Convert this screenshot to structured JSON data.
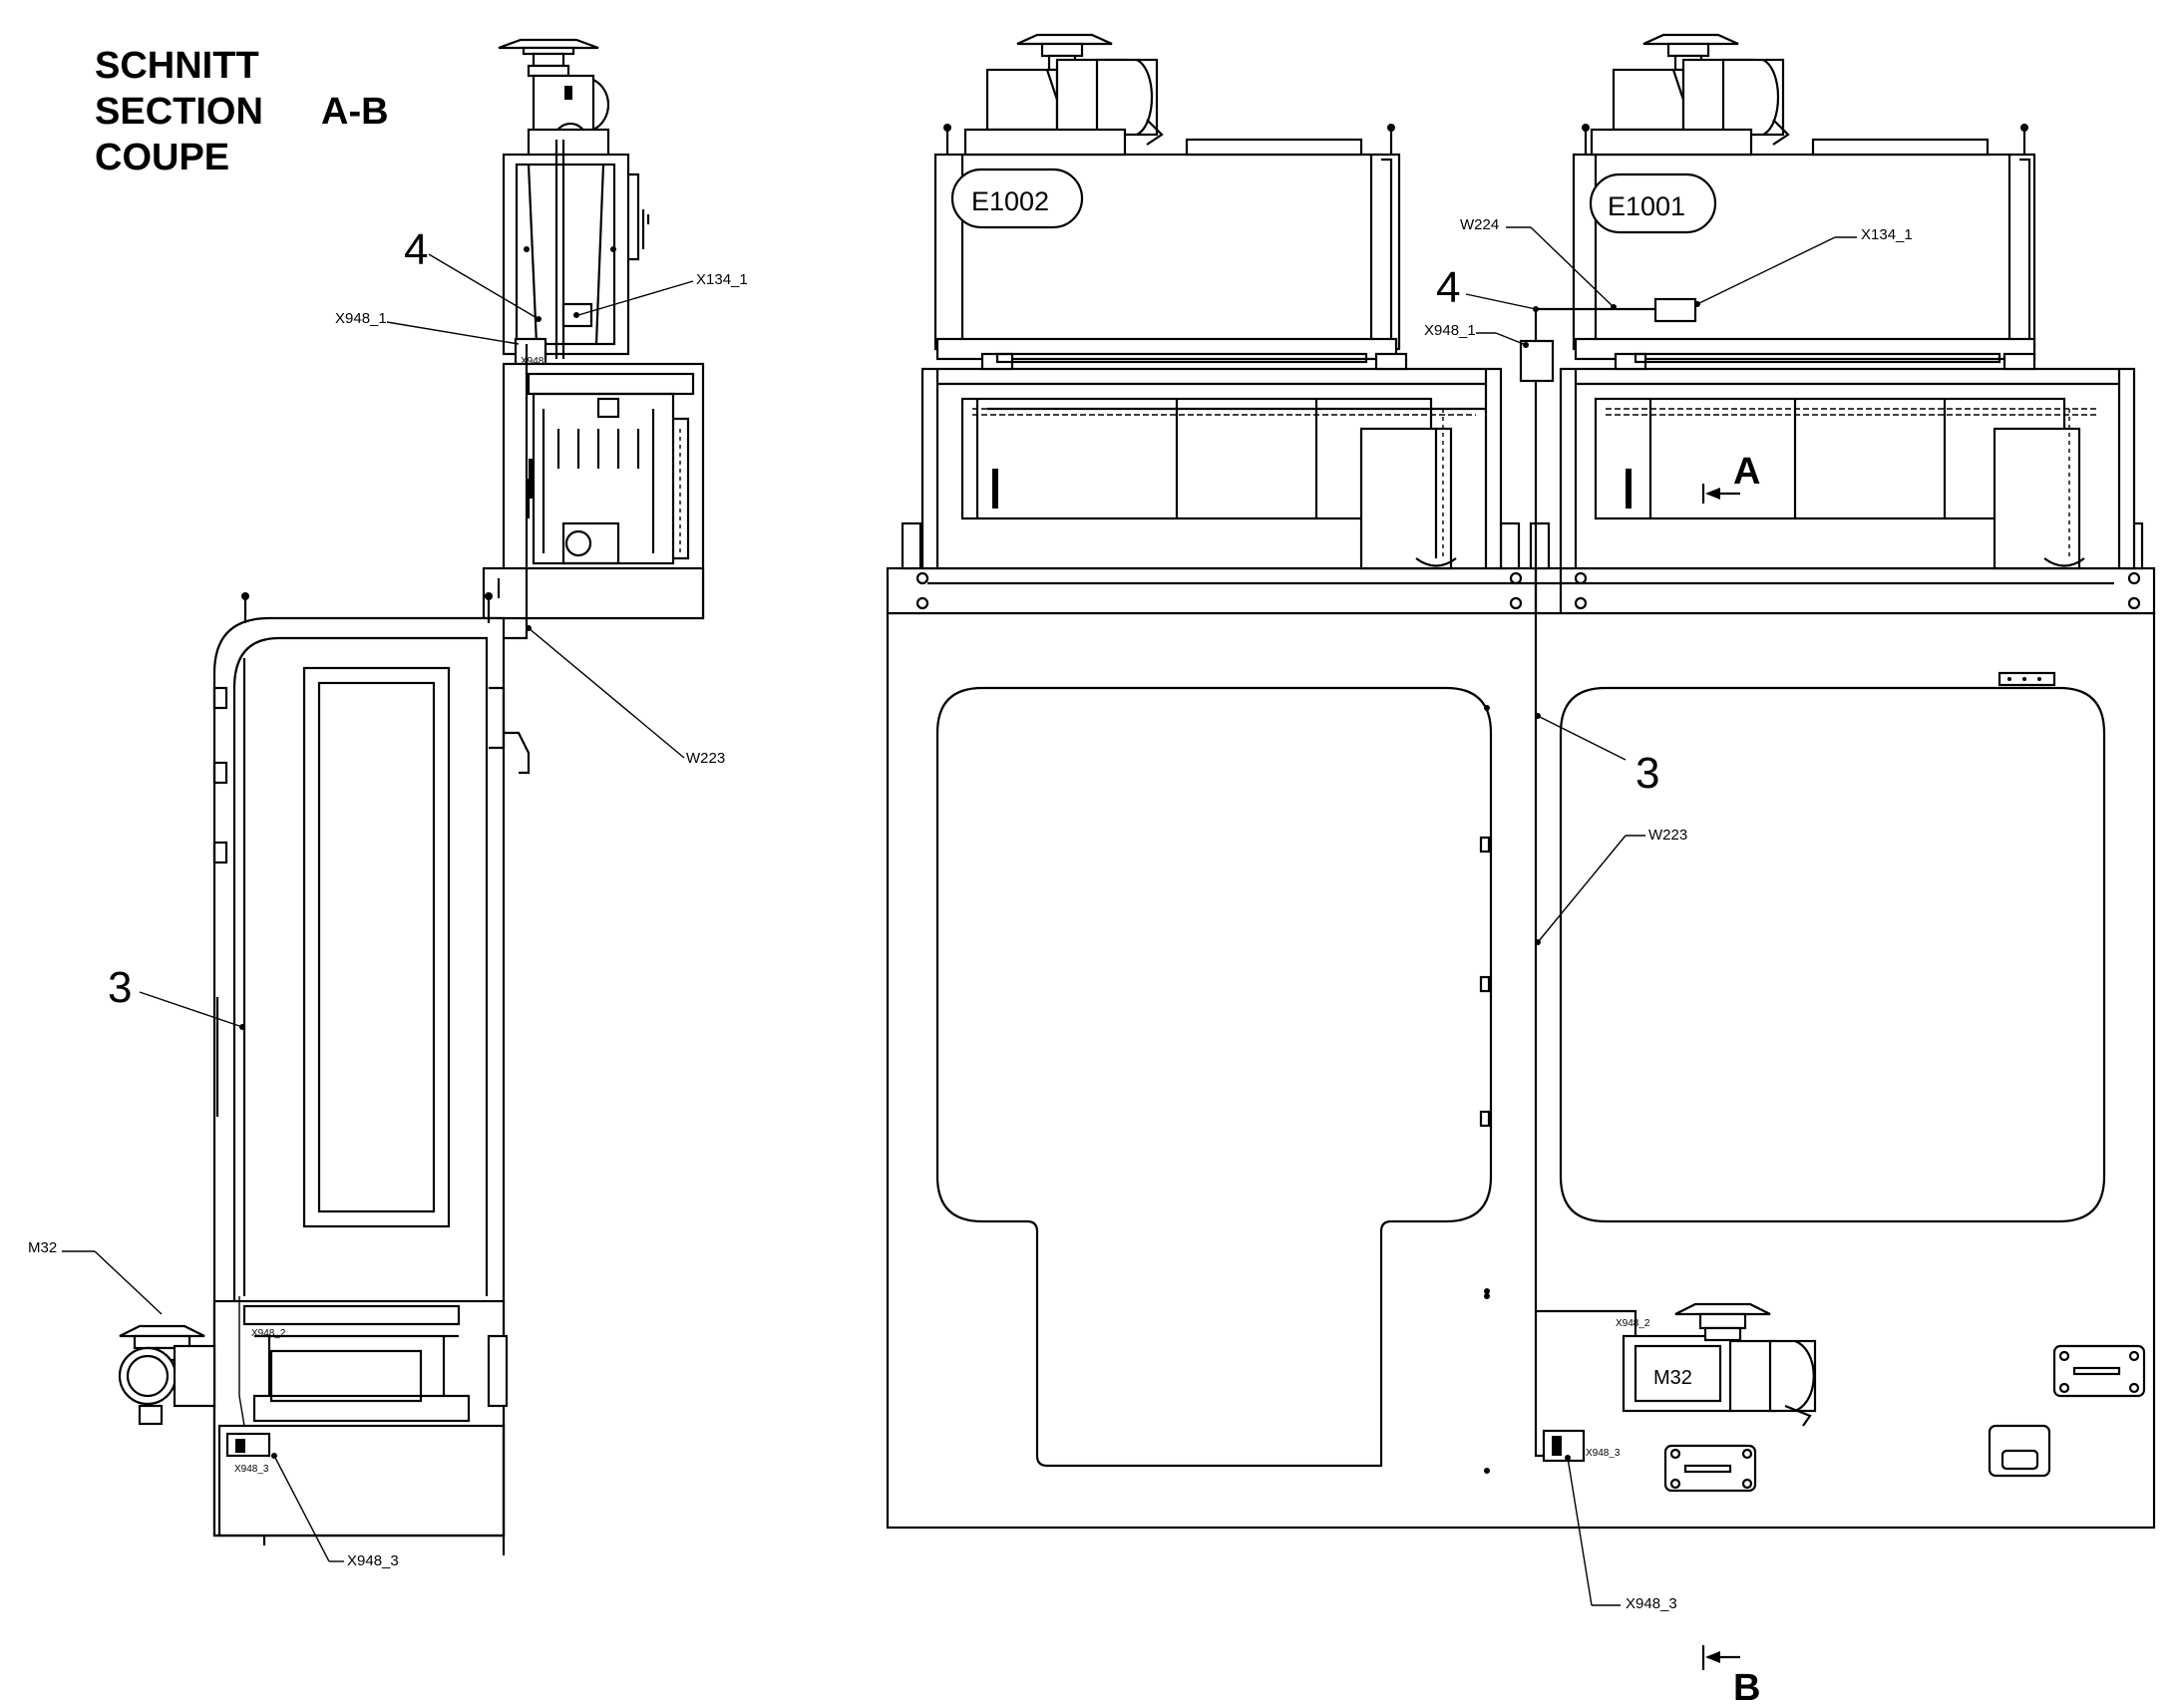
{
  "title": {
    "line1": "SCHNITT",
    "line2": "SECTION",
    "line3": "COUPE",
    "section_id": "A-B"
  },
  "left_view": {
    "callout_4": "4",
    "callout_3": "3",
    "x134": "X134_1",
    "x948_1": "X948_1",
    "w223": "W223",
    "m32": "M32",
    "x948_3": "X948_3",
    "x948_2_small": "X948_2",
    "x948_3_small": "X948_3"
  },
  "right_view": {
    "unit_left": "E1002",
    "unit_right": "E1001",
    "callout_4": "4",
    "callout_3": "3",
    "w224": "W224",
    "x134": "X134_1",
    "x948_1": "X948_1",
    "w223": "W223",
    "x948_2": "X948_2",
    "m32": "M32",
    "x948_3": "X948_3",
    "section_a": "A",
    "section_b": "B"
  }
}
